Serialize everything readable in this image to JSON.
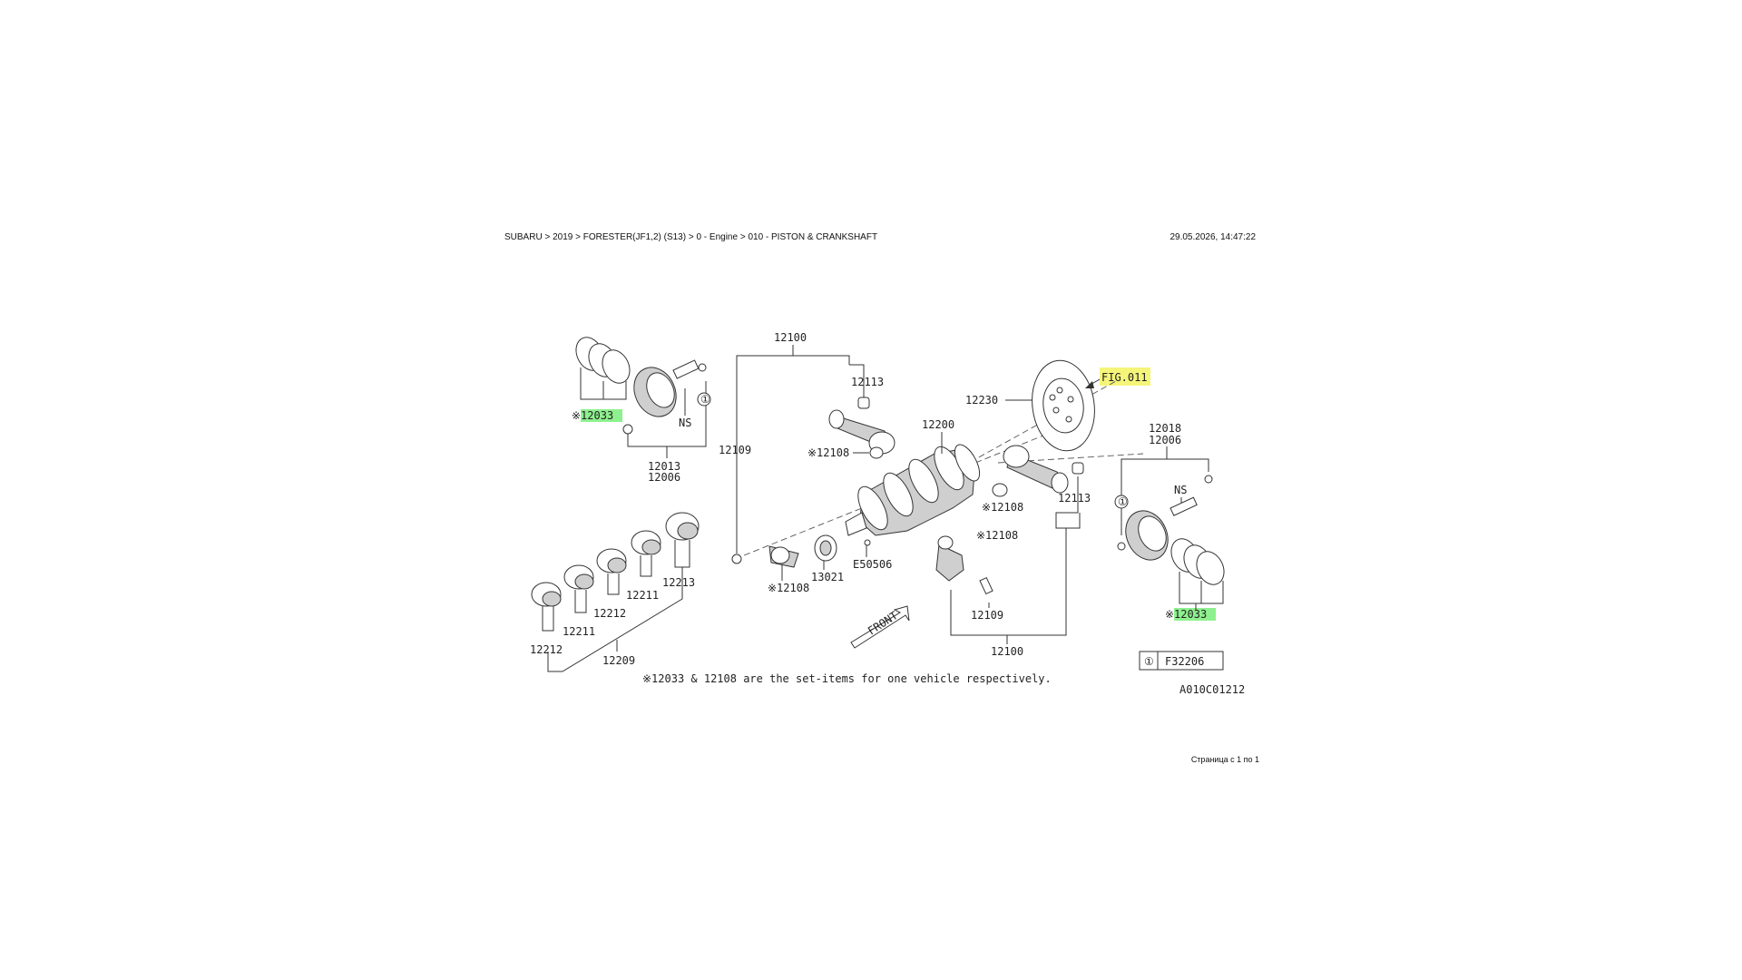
{
  "header": {
    "breadcrumb": "SUBARU > 2019 > FORESTER(JF1,2) (S13) > 0 - Engine > 010 - PISTON & CRANKSHAFT",
    "timestamp": "29.05.2026, 14:47:22"
  },
  "footer": {
    "page_info": "Страница с 1 по 1"
  },
  "diagram": {
    "labels": {
      "p12100_top": "12100",
      "p12113_top": "12113",
      "p12108_left": "※12108",
      "p12109_left": "12109",
      "p12033_left": "※12033",
      "p12013": "12013",
      "p12006_left": "12006",
      "ns_left": "NS",
      "p12230": "12230",
      "fig011": "FIG.011",
      "p12200": "12200",
      "p12018": "12018",
      "p12006_right": "12006",
      "ns_right": "NS",
      "p12108_mid": "※12108",
      "p12113_right": "12113",
      "p12108_lower": "※12108",
      "e50506": "E50506",
      "p13021": "13021",
      "p12108_bottom": "※12108",
      "p12109_bottom": "12109",
      "p12100_bottom": "12100",
      "p12033_right": "※12033",
      "p12213": "12213",
      "p12211_a": "12211",
      "p12212_a": "12212",
      "p12211_b": "12211",
      "p12212_b": "12212",
      "p12209": "12209",
      "front": "FRONT",
      "note": "※12033 & 12108 are the set-items for one vehicle respectively.",
      "ref_num": "①",
      "ref_code": "F32206",
      "fig_code": "A010C01212"
    },
    "highlight_colors": {
      "green": "#8ef08e",
      "yellow": "#f5f57a"
    }
  }
}
